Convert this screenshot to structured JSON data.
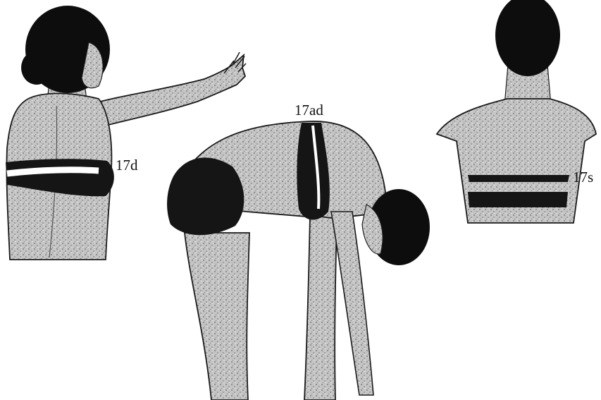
{
  "labels": {
    "left_figure": "17d",
    "center_figure": "17ad",
    "right_figure": "17s"
  },
  "colors": {
    "skin_fill": "#b7b7b7",
    "outline": "#1a1a1a",
    "band": "#151515",
    "hair": "#0d0d0d",
    "background": "#ffffff"
  }
}
